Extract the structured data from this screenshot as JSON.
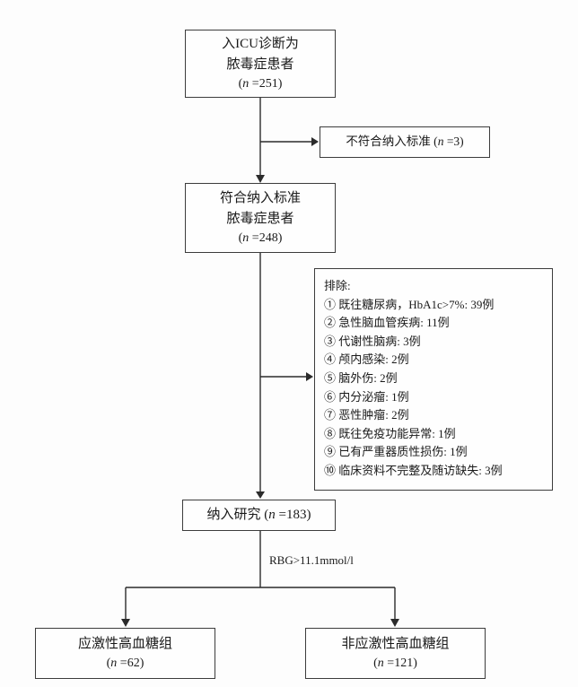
{
  "flowchart": {
    "top_box": {
      "line1": "入ICU诊断为",
      "line2": "脓毒症患者",
      "n_open": "(",
      "n_var": "n",
      "n_rest": " =251)"
    },
    "not_meeting_box": {
      "pre": "不符合纳入标准  (",
      "n_var": "n",
      "rest": " =3)"
    },
    "eligible_box": {
      "line1": "符合纳入标准",
      "line2": "脓毒症患者",
      "n_open": "(",
      "n_var": "n",
      "n_rest": " =248)"
    },
    "exclusion_box": {
      "title": "排除:",
      "items": [
        "① 既往糖尿病，HbA1c>7%: 39例",
        "② 急性脑血管疾病: 11例",
        "③ 代谢性脑病: 3例",
        "④ 颅内感染: 2例",
        "⑤ 脑外伤: 2例",
        "⑥ 内分泌瘤: 1例",
        "⑦ 恶性肿瘤: 2例",
        "⑧ 既往免疫功能异常: 1例",
        "⑨ 已有严重器质性损伤: 1例",
        "⑩ 临床资料不完整及随访缺失: 3例"
      ]
    },
    "enrolled_box": {
      "pre": "纳入研究 (",
      "n_var": "n",
      "rest": " =183)"
    },
    "split_label": "RBG>11.1mmol/l",
    "stress_box": {
      "line1": "应激性高血糖组",
      "n_open": "(",
      "n_var": "n",
      "n_rest": " =62)"
    },
    "non_stress_box": {
      "line1": "非应激性高血糖组",
      "n_open": "(",
      "n_var": "n",
      "n_rest": " =121)"
    }
  }
}
